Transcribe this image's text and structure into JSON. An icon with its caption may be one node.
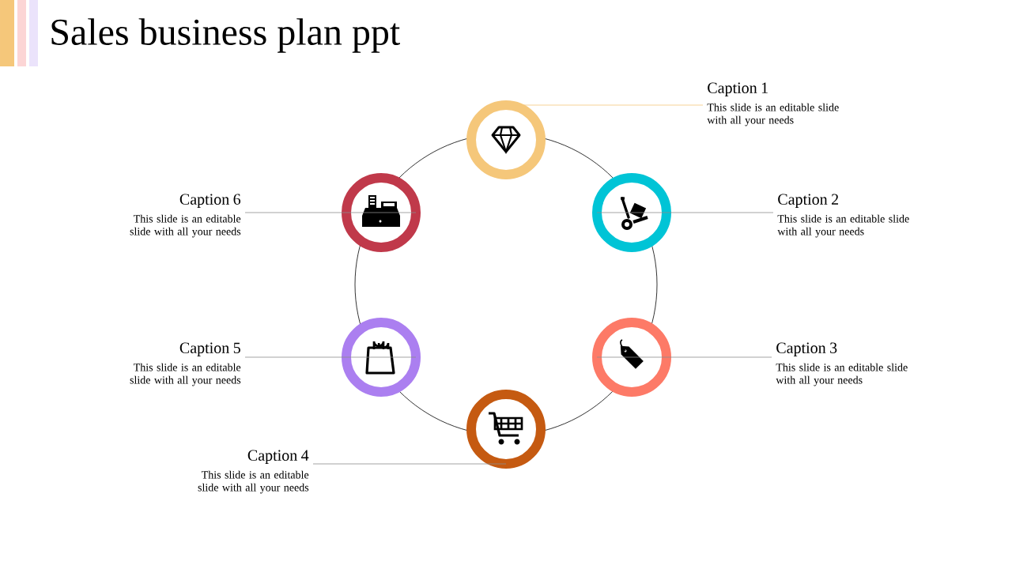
{
  "diagram": {
    "title": "Sales business plan ppt",
    "nodes": [
      {
        "text": [
          "Caption 1",
          "This slide is an editable slide with all your needs"
        ]
      },
      {
        "text": [
          "Caption 2",
          "This slide is an editable slide with all your needs"
        ]
      },
      {
        "text": [
          "Caption 3",
          "This slide is an editable slide with all your needs"
        ]
      },
      {
        "text": [
          "Caption 4",
          "This slide is an editable slide with all your needs"
        ]
      },
      {
        "text": [
          "Caption 5",
          "This slide is an editable slide with all your needs"
        ]
      },
      {
        "text": [
          "Caption 6",
          "This slide is an editable slide with all your needs"
        ]
      },
      {
        "text": [],
        "shape": "circle"
      },
      {
        "text": [],
        "shape": "circle"
      },
      {
        "text": [],
        "shape": "circle"
      },
      {
        "text": [],
        "shape": "circle"
      },
      {
        "text": [],
        "shape": "circle"
      },
      {
        "text": [],
        "shape": "circle"
      }
    ],
    "edges": [
      {
        "from": 0,
        "to": 6,
        "arrow": "none",
        "color": "#f5c77a"
      },
      {
        "from": 1,
        "to": 7,
        "arrow": "none"
      },
      {
        "from": 2,
        "to": 8,
        "arrow": "none"
      },
      {
        "from": 3,
        "to": 9,
        "arrow": "none"
      },
      {
        "from": 4,
        "to": 10,
        "arrow": "none"
      },
      {
        "from": 5,
        "to": 11,
        "arrow": "none"
      }
    ]
  }
}
